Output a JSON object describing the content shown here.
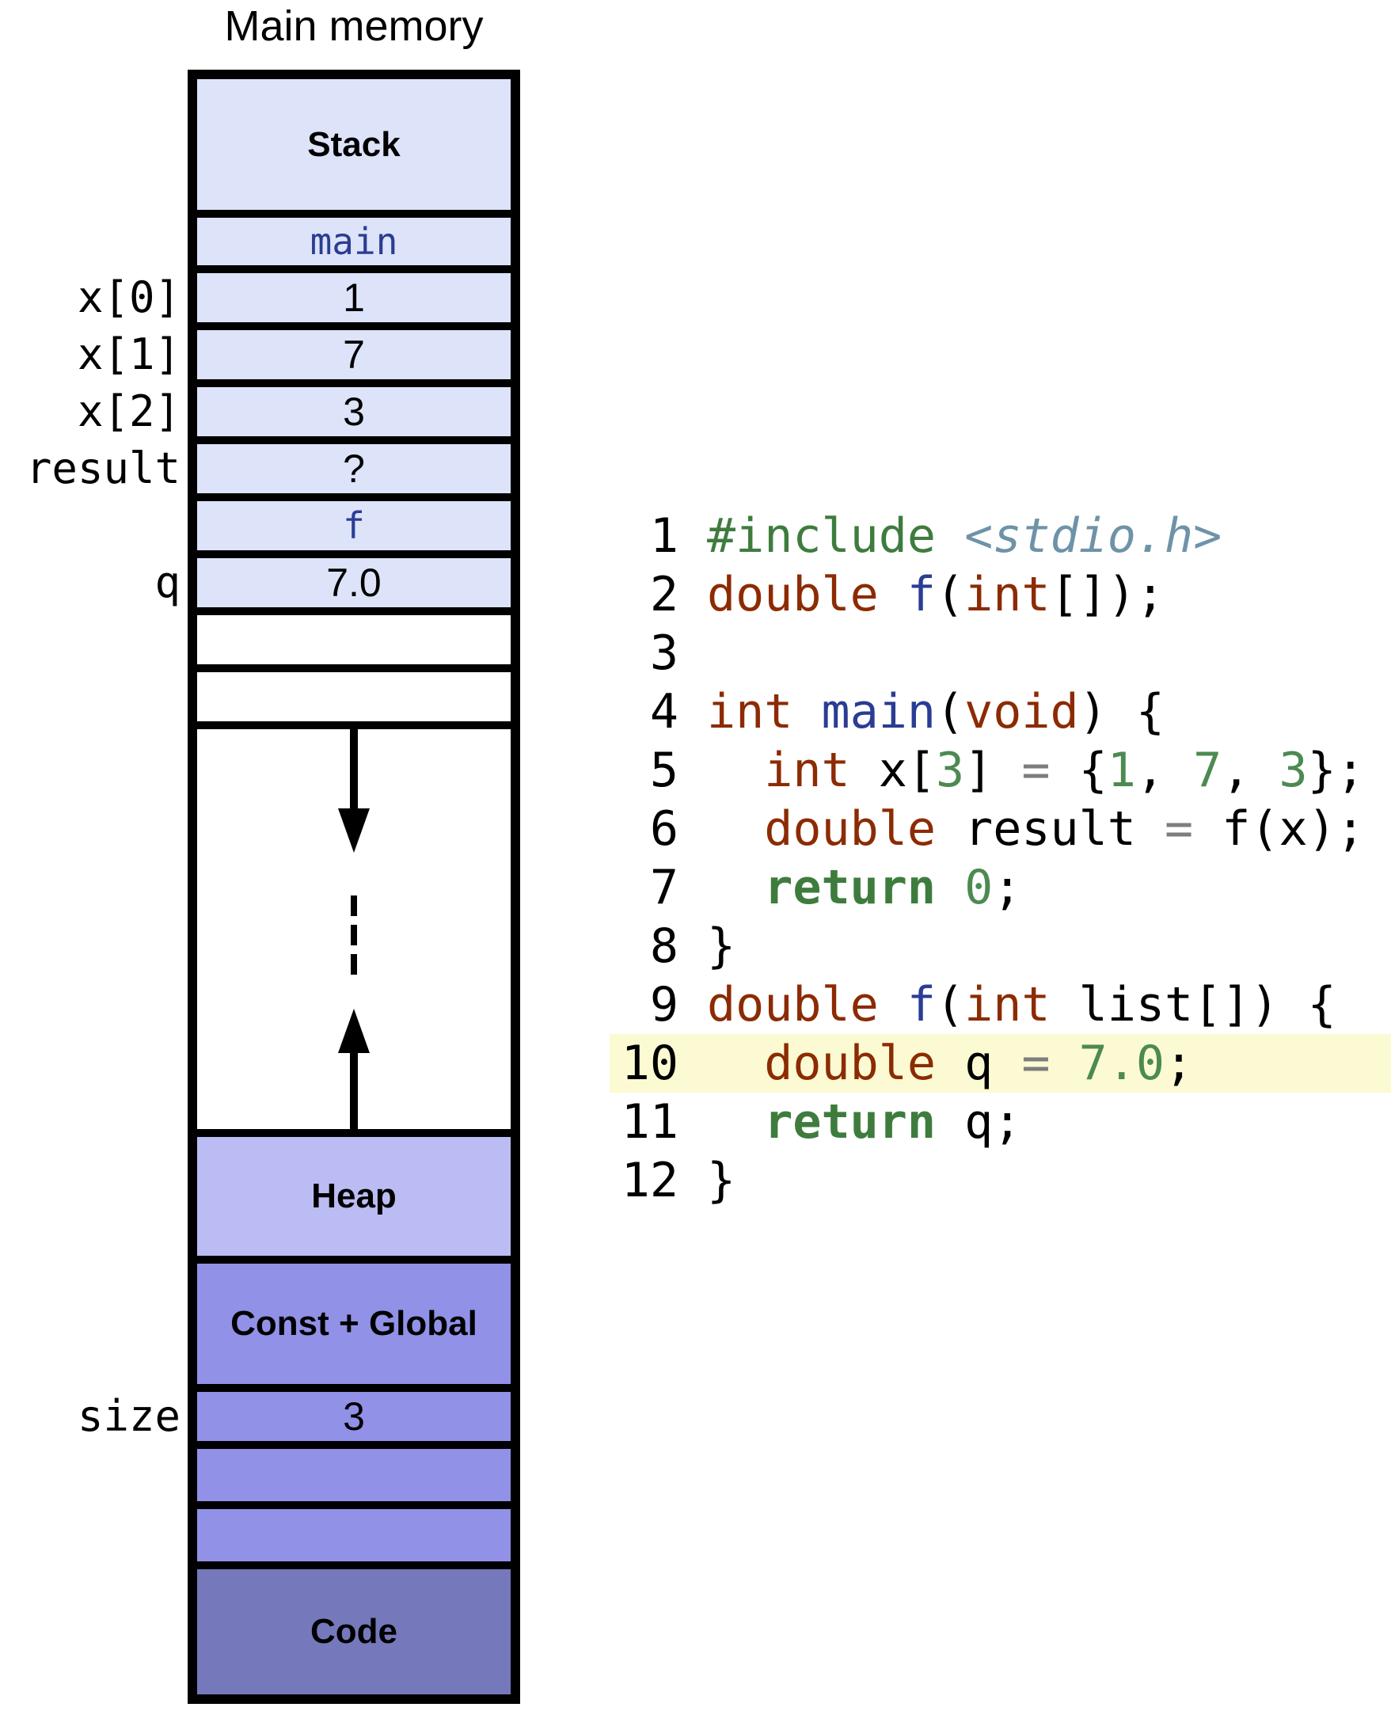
{
  "title": "Main memory",
  "colors": {
    "stack": "#dde3f8",
    "heap": "#bcbcf4",
    "global": "#9191e8",
    "code": "#7678bc",
    "func": "#2a3d94",
    "type": "#8c2b03",
    "green": "#3e7c3e",
    "lit": "#4c8a52",
    "hdr": "#6e93a8",
    "op": "#7d7d7d",
    "hl": "#fbfad2"
  },
  "memory": {
    "rows": [
      {
        "kind": "region",
        "bg": "stack",
        "text": "Stack",
        "h": 165,
        "name": "stack-region"
      },
      {
        "kind": "cell",
        "bg": "stack",
        "text": "main",
        "style": "func",
        "h": 60,
        "name": "frame-main"
      },
      {
        "kind": "cell",
        "bg": "stack",
        "text": "1",
        "h": 62,
        "name": "cell-x0"
      },
      {
        "kind": "cell",
        "bg": "stack",
        "text": "7",
        "h": 62,
        "name": "cell-x1"
      },
      {
        "kind": "cell",
        "bg": "stack",
        "text": "3",
        "h": 62,
        "name": "cell-x2"
      },
      {
        "kind": "cell",
        "bg": "stack",
        "text": "?",
        "h": 62,
        "name": "cell-result"
      },
      {
        "kind": "cell",
        "bg": "stack",
        "text": "f",
        "style": "func",
        "h": 62,
        "name": "frame-f"
      },
      {
        "kind": "cell",
        "bg": "stack",
        "text": "7.0",
        "h": 62,
        "name": "cell-q"
      },
      {
        "kind": "cell",
        "bg": "white",
        "text": "",
        "h": 62,
        "name": "empty-stack-cell"
      },
      {
        "kind": "cell",
        "bg": "white",
        "text": "",
        "h": 62,
        "name": "empty-stack-cell"
      },
      {
        "kind": "free",
        "bg": "white",
        "h": "grow",
        "name": "free-space-region"
      },
      {
        "kind": "region",
        "bg": "heap",
        "text": "Heap",
        "h": 150,
        "name": "heap-region"
      },
      {
        "kind": "region",
        "bg": "global",
        "text": "Const + Global",
        "h": 152,
        "name": "const-global-region"
      },
      {
        "kind": "cell",
        "bg": "global",
        "text": "3",
        "h": 62,
        "name": "cell-size"
      },
      {
        "kind": "cell",
        "bg": "global",
        "text": "",
        "h": 66,
        "name": "empty-global-cell"
      },
      {
        "kind": "cell",
        "bg": "global",
        "text": "",
        "h": 66,
        "name": "empty-global-cell"
      },
      {
        "kind": "region",
        "bg": "code",
        "text": "Code",
        "h": 158,
        "name": "code-region"
      }
    ],
    "side_labels": [
      {
        "text": "x[0]",
        "row": 2
      },
      {
        "text": "x[1]",
        "row": 3
      },
      {
        "text": "x[2]",
        "row": 4
      },
      {
        "text": "result",
        "row": 5
      },
      {
        "text": "q",
        "row": 7
      },
      {
        "text": "size",
        "row": 13
      }
    ]
  },
  "code": {
    "lines": [
      {
        "num": "1",
        "highlight": false,
        "tokens": [
          [
            "pre",
            "#include"
          ],
          [
            "pl",
            " "
          ],
          [
            "hdr",
            "<stdio.h>"
          ]
        ]
      },
      {
        "num": "2",
        "highlight": false,
        "tokens": [
          [
            "type",
            "double"
          ],
          [
            "pl",
            " "
          ],
          [
            "fn",
            "f"
          ],
          [
            "pl",
            "("
          ],
          [
            "type",
            "int"
          ],
          [
            "pl",
            "[]);"
          ]
        ]
      },
      {
        "num": "3",
        "highlight": false,
        "tokens": []
      },
      {
        "num": "4",
        "highlight": false,
        "tokens": [
          [
            "type",
            "int"
          ],
          [
            "pl",
            " "
          ],
          [
            "fn",
            "main"
          ],
          [
            "pl",
            "("
          ],
          [
            "type",
            "void"
          ],
          [
            "pl",
            ") {"
          ]
        ]
      },
      {
        "num": "5",
        "highlight": false,
        "tokens": [
          [
            "pl",
            "  "
          ],
          [
            "type",
            "int"
          ],
          [
            "pl",
            " x["
          ],
          [
            "lit",
            "3"
          ],
          [
            "pl",
            "] "
          ],
          [
            "op",
            "="
          ],
          [
            "pl",
            " {"
          ],
          [
            "lit",
            "1"
          ],
          [
            "pl",
            ", "
          ],
          [
            "lit",
            "7"
          ],
          [
            "pl",
            ", "
          ],
          [
            "lit",
            "3"
          ],
          [
            "pl",
            "};"
          ]
        ]
      },
      {
        "num": "6",
        "highlight": false,
        "tokens": [
          [
            "pl",
            "  "
          ],
          [
            "type",
            "double"
          ],
          [
            "pl",
            " result "
          ],
          [
            "op",
            "="
          ],
          [
            "pl",
            " f(x);"
          ]
        ]
      },
      {
        "num": "7",
        "highlight": false,
        "tokens": [
          [
            "pl",
            "  "
          ],
          [
            "kw",
            "return"
          ],
          [
            "pl",
            " "
          ],
          [
            "lit",
            "0"
          ],
          [
            "pl",
            ";"
          ]
        ]
      },
      {
        "num": "8",
        "highlight": false,
        "tokens": [
          [
            "pl",
            "}"
          ]
        ]
      },
      {
        "num": "9",
        "highlight": false,
        "tokens": [
          [
            "type",
            "double"
          ],
          [
            "pl",
            " "
          ],
          [
            "fn",
            "f"
          ],
          [
            "pl",
            "("
          ],
          [
            "type",
            "int"
          ],
          [
            "pl",
            " list[]) {"
          ]
        ]
      },
      {
        "num": "10",
        "highlight": true,
        "tokens": [
          [
            "pl",
            "  "
          ],
          [
            "type",
            "double"
          ],
          [
            "pl",
            " q "
          ],
          [
            "op",
            "="
          ],
          [
            "pl",
            " "
          ],
          [
            "lit",
            "7.0"
          ],
          [
            "pl",
            ";"
          ]
        ]
      },
      {
        "num": "11",
        "highlight": false,
        "tokens": [
          [
            "pl",
            "  "
          ],
          [
            "kw",
            "return"
          ],
          [
            "pl",
            " q;"
          ]
        ]
      },
      {
        "num": "12",
        "highlight": false,
        "tokens": [
          [
            "pl",
            "}"
          ]
        ]
      }
    ]
  }
}
